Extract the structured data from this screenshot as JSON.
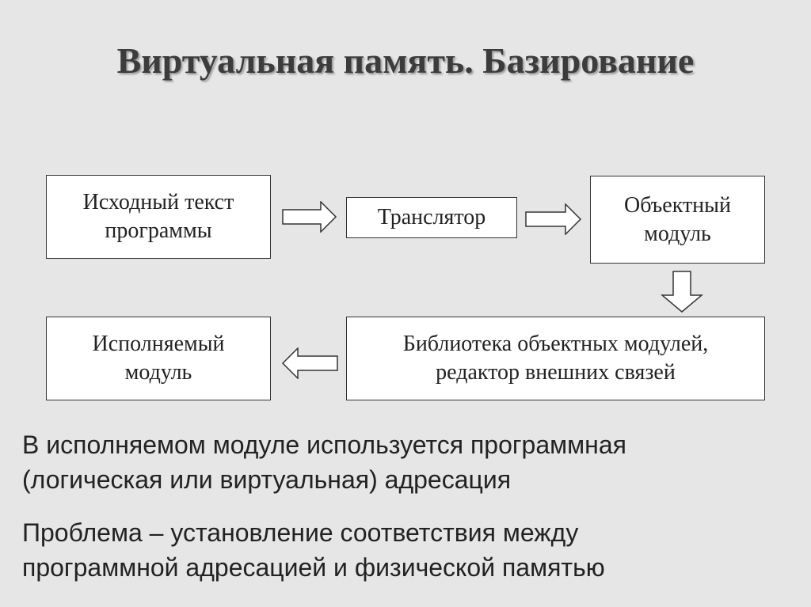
{
  "title": "Виртуальная память. Базирование",
  "diagram": {
    "source_text": [
      "Исходный текст",
      "программы"
    ],
    "translator": "Транслятор",
    "object_module": [
      "Объектный",
      "модуль"
    ],
    "library_linker": [
      "Библиотека объектных модулей,",
      "редактор внешних связей"
    ],
    "executable_module": [
      "Исполняемый",
      "модуль"
    ]
  },
  "paragraphs": [
    [
      "В исполняемом модуле используется программная",
      "(логическая или виртуальная) адресация"
    ],
    [
      "Проблема – установление соответствия между",
      "программной адресацией и физической памятью"
    ]
  ]
}
